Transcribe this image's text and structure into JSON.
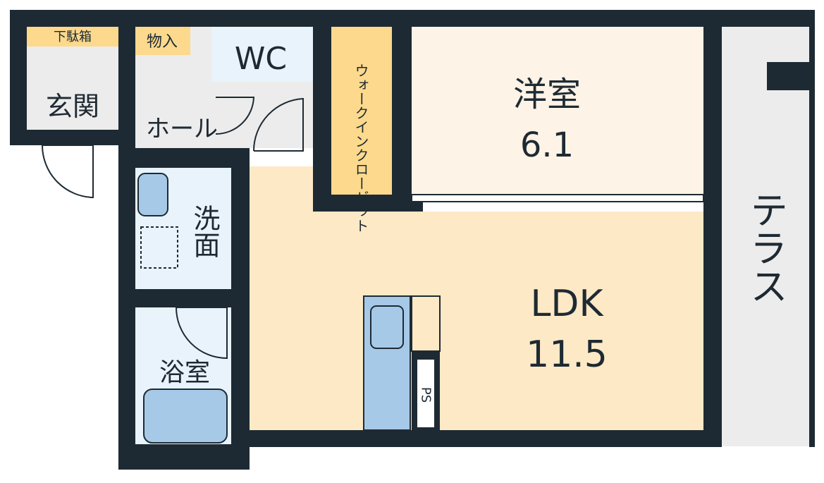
{
  "colors": {
    "wall": "#1e2a33",
    "ldk_floor": "#fde9c6",
    "bedroom_floor": "#fdf3e6",
    "wet_floor": "#e8f3fb",
    "fixture": "#a6c9e8",
    "hall_floor": "#ececec",
    "closet": "#fcd98c",
    "terrace": "#ececec",
    "shoe_shelf": "#fcd98c"
  },
  "rooms": {
    "entrance": "玄関",
    "shoe_cabinet": "下駄箱",
    "storage": "物入",
    "hall": "ホール",
    "wc": "WC",
    "walk_in_closet": "ウォークインクローゼット",
    "bedroom": {
      "name": "洋室",
      "size": "6.1"
    },
    "ldk": {
      "name": "LDK",
      "size": "11.5"
    },
    "washroom": "洗面",
    "bathroom": "浴室",
    "ps": "PS",
    "terrace": "テラス"
  }
}
